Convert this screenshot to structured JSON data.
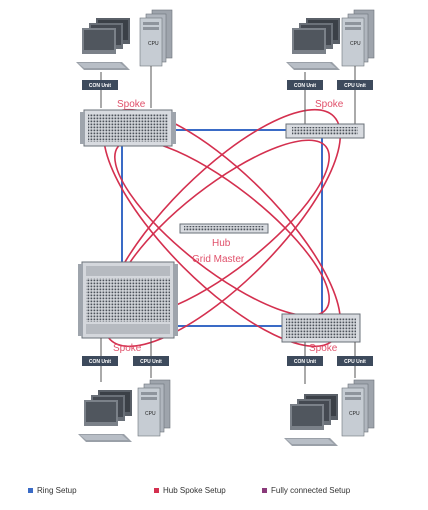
{
  "diagram": {
    "spoke_label": "Spoke",
    "hub_label": "Hub",
    "hub_sub_label": "Grid Master",
    "con_unit_label": "CON Unit",
    "cpu_unit_label": "CPU Unit",
    "cpu_tower_label": "CPU"
  },
  "colors": {
    "ring": "#3a6bc6",
    "hub_spoke": "#d4304f",
    "fully_connected": "#8a3a7a",
    "label_pink": "#e0506a",
    "unit_box": "#3d4a5c"
  },
  "legend": {
    "ring": "Ring Setup",
    "hub_spoke": "Hub Spoke Setup",
    "fully_connected": "Fully connected  Setup"
  }
}
